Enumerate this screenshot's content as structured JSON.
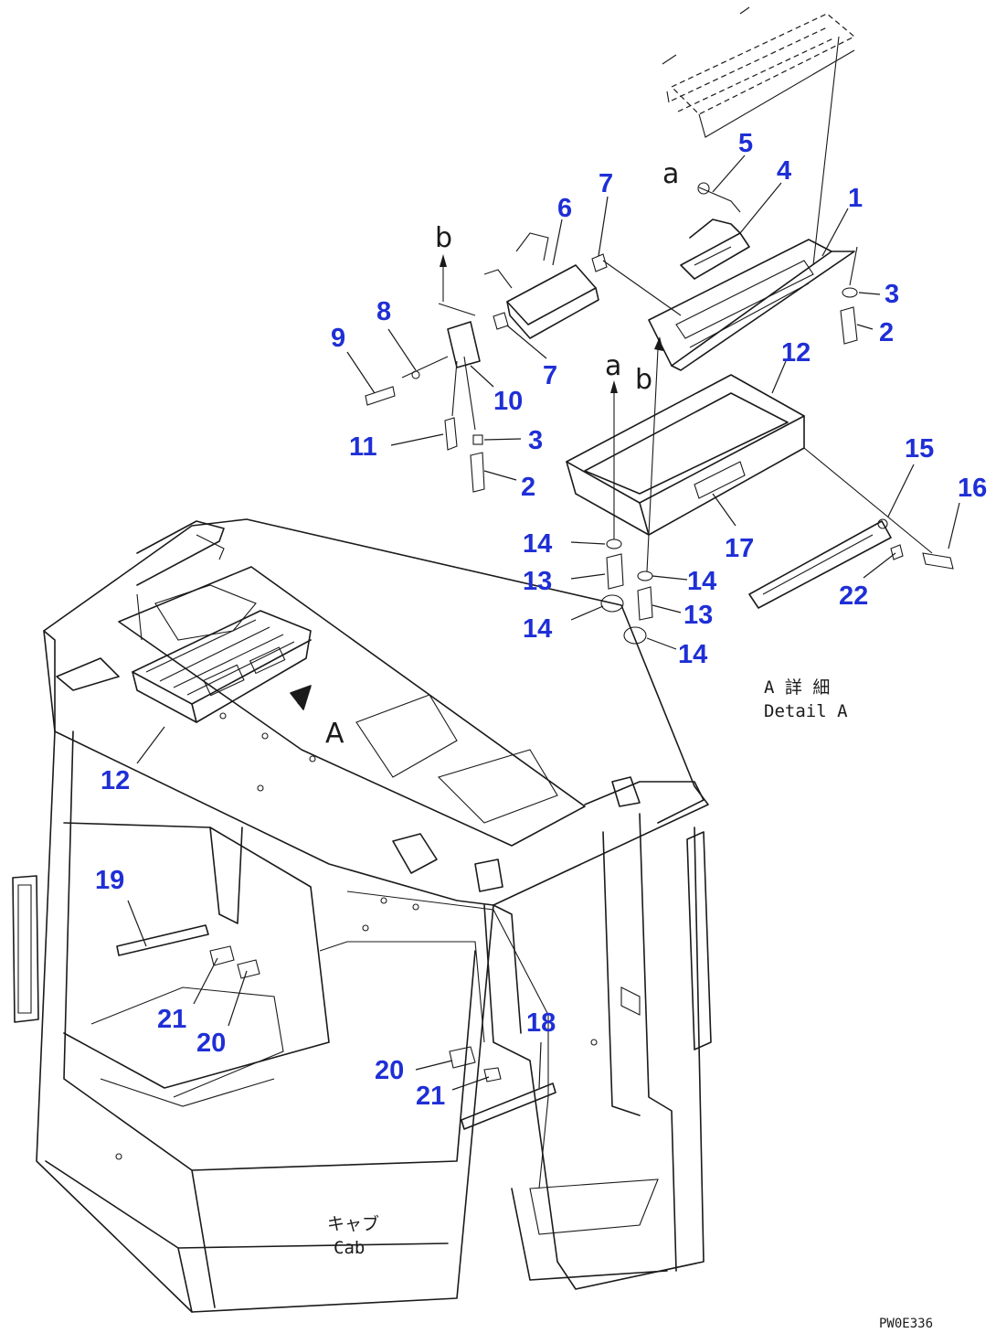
{
  "diagram": {
    "background": "#ffffff",
    "line_color": "#1a1a1a",
    "callout_color": "#1f2fd6",
    "callouts": [
      {
        "id": "c1",
        "label": "1"
      },
      {
        "id": "c2a",
        "label": "2"
      },
      {
        "id": "c3a",
        "label": "3"
      },
      {
        "id": "c4",
        "label": "4"
      },
      {
        "id": "c5",
        "label": "5"
      },
      {
        "id": "c6",
        "label": "6"
      },
      {
        "id": "c7a",
        "label": "7"
      },
      {
        "id": "c7b",
        "label": "7"
      },
      {
        "id": "c8",
        "label": "8"
      },
      {
        "id": "c9",
        "label": "9"
      },
      {
        "id": "c10",
        "label": "10"
      },
      {
        "id": "c11",
        "label": "11"
      },
      {
        "id": "c3b",
        "label": "3"
      },
      {
        "id": "c2b",
        "label": "2"
      },
      {
        "id": "c12a",
        "label": "12"
      },
      {
        "id": "c15",
        "label": "15"
      },
      {
        "id": "c16",
        "label": "16"
      },
      {
        "id": "c14a",
        "label": "14"
      },
      {
        "id": "c17",
        "label": "17"
      },
      {
        "id": "c13a",
        "label": "13"
      },
      {
        "id": "c14b",
        "label": "14"
      },
      {
        "id": "c22",
        "label": "22"
      },
      {
        "id": "c14c",
        "label": "14"
      },
      {
        "id": "c13b",
        "label": "13"
      },
      {
        "id": "c14d",
        "label": "14"
      },
      {
        "id": "c12b",
        "label": "12"
      },
      {
        "id": "c19",
        "label": "19"
      },
      {
        "id": "c21a",
        "label": "21"
      },
      {
        "id": "c20a",
        "label": "20"
      },
      {
        "id": "c18",
        "label": "18"
      },
      {
        "id": "c20b",
        "label": "20"
      },
      {
        "id": "c21b",
        "label": "21"
      }
    ],
    "markers": {
      "a_top": "a",
      "b_top": "b",
      "a_arrow": "a",
      "b_arrow": "b",
      "view_A": "A"
    },
    "detail_label_jp": "A 詳 細",
    "detail_label_en": "Detail A",
    "cab_label_jp": "キャブ",
    "cab_label_en": "Cab",
    "drawing_code": "PW0E336"
  }
}
